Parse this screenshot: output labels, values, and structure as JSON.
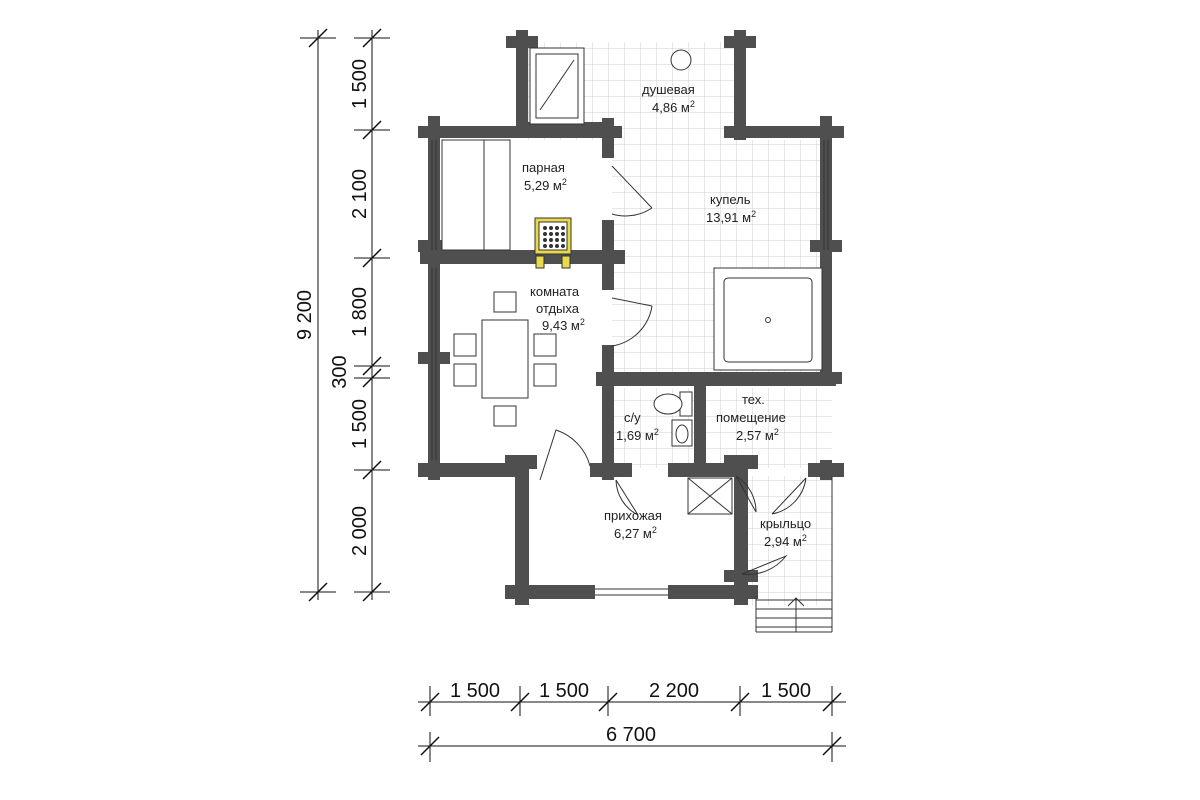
{
  "rooms": {
    "shower": {
      "name": "душевая",
      "area": "4,86 м",
      "unit_sup": "2"
    },
    "steam": {
      "name": "парная",
      "area": "5,29 м",
      "unit_sup": "2"
    },
    "pool": {
      "name": "купель",
      "area": "13,91 м",
      "unit_sup": "2"
    },
    "rest": {
      "name_line1": "комната",
      "name_line2": "отдыха",
      "area": "9,43 м",
      "unit_sup": "2"
    },
    "wc": {
      "name": "с/у",
      "area": "1,69 м",
      "unit_sup": "2"
    },
    "tech": {
      "name_line1": "тех.",
      "name_line2": "помещение",
      "area": "2,57 м",
      "unit_sup": "2"
    },
    "hall": {
      "name": "прихожая",
      "area": "6,27 м",
      "unit_sup": "2"
    },
    "porch": {
      "name": "крыльцо",
      "area": "2,94 м",
      "unit_sup": "2"
    }
  },
  "dimensions": {
    "left_total": "9 200",
    "left_segments": [
      "1 500",
      "2 100",
      "1 800",
      "300",
      "1 500",
      "2 000"
    ],
    "bottom_segments": [
      "1 500",
      "1 500",
      "2 200",
      "1 500"
    ],
    "bottom_total": "6 700"
  },
  "colors": {
    "wall": "#4f4f4f",
    "tile": "#cfcfcf",
    "stove": "#e8d84a"
  }
}
